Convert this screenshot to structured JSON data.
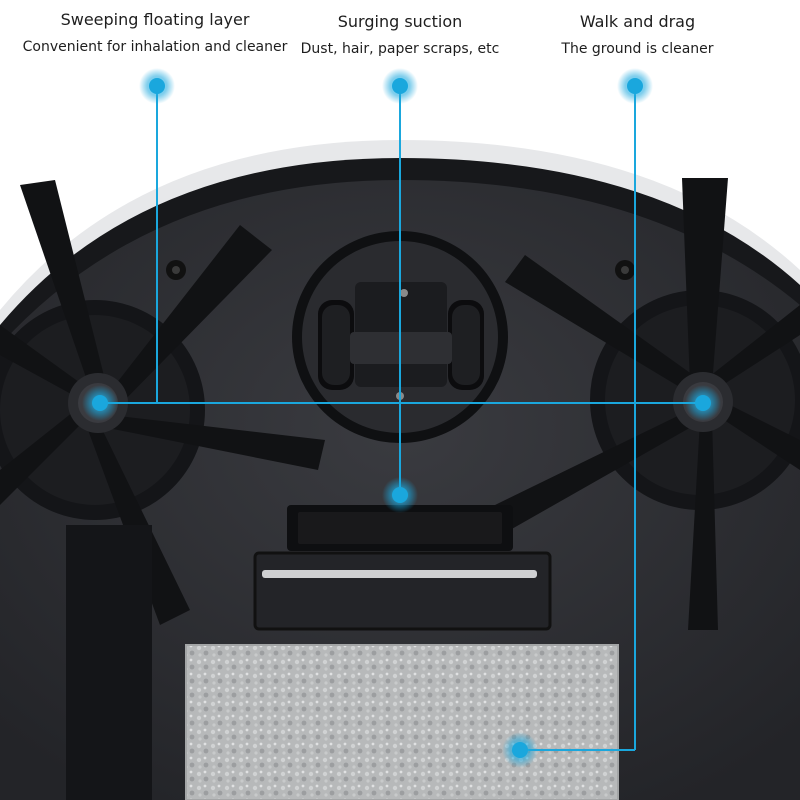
{
  "features": [
    {
      "title": "Sweeping floating layer",
      "subtitle": "Convenient for inhalation and cleaner",
      "icon": "marker-dot-icon"
    },
    {
      "title": "Surging suction",
      "subtitle": "Dust, hair, paper scraps, etc",
      "icon": "marker-dot-icon"
    },
    {
      "title": "Walk and drag",
      "subtitle": "The ground is cleaner",
      "icon": "marker-dot-icon"
    }
  ],
  "colors": {
    "accent": "#1aa7dd",
    "robot_body": "#2e2f33",
    "robot_dark": "#16171a",
    "mop": "#b9bbbc"
  }
}
